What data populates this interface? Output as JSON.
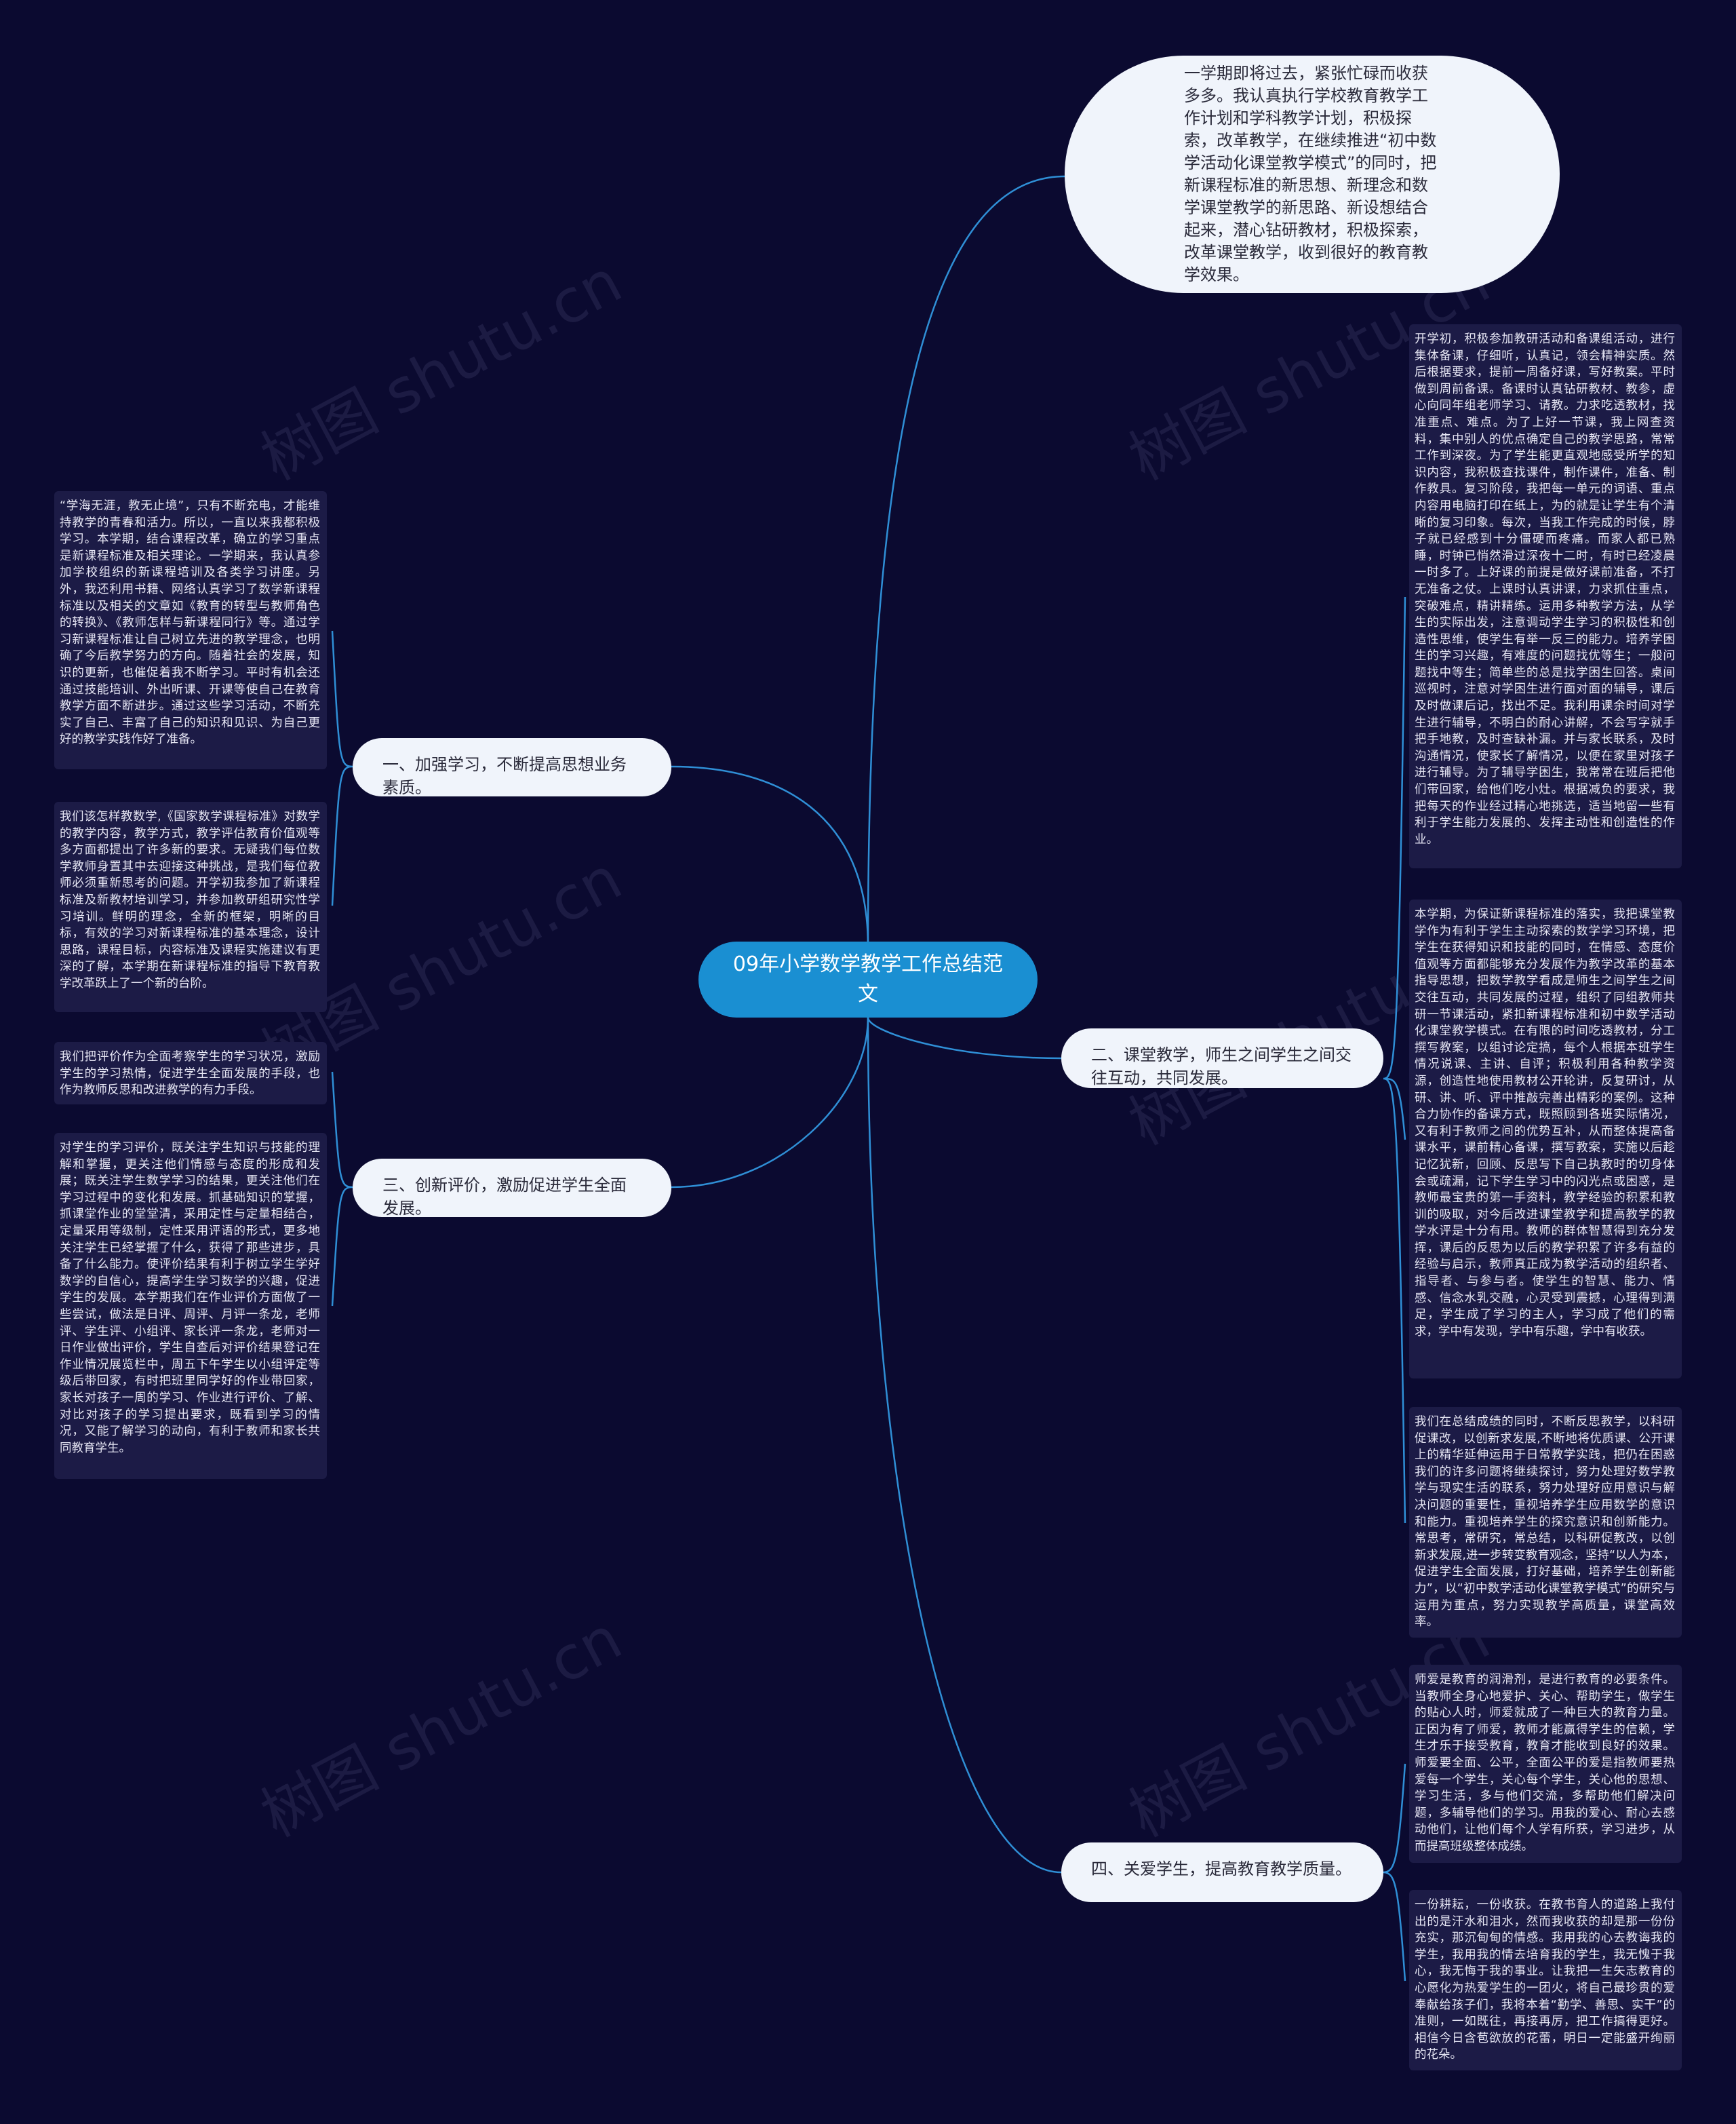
{
  "root": {
    "label": "09年小学数学教学工作总结范文"
  },
  "intro": {
    "text": "一学期即将过去，紧张忙碌而收获多多。我认真执行学校教育教学工作计划和学科教学计划，积极探索，改革教学，在继续推进“初中数学活动化课堂教学模式”的同时，把新课程标准的新思想、新理念和数学课堂教学的新思路、新设想结合起来，潜心钻研教材，积极探索，改革课堂教学，收到很好的教育教学效果。"
  },
  "branches": {
    "b1": {
      "label": "一、加强学习，不断提高思想业务素质。",
      "leaf1": "“学海无涯，教无止境”，只有不断充电，才能维持教学的青春和活力。所以，一直以来我都积极学习。本学期，结合课程改革，确立的学习重点是新课程标准及相关理论。一学期来，我认真参加学校组织的新课程培训及各类学习讲座。另外，我还利用书籍、网络认真学习了数学新课程标准以及相关的文章如《教育的转型与教师角色的转换》、《教师怎样与新课程同行》等。通过学习新课程标准让自己树立先进的教学理念，也明确了今后教学努力的方向。随着社会的发展，知识的更新，也催促着我不断学习。平时有机会还通过技能培训、外出听课、开课等使自己在教育教学方面不断进步。通过这些学习活动，不断充实了自己、丰富了自己的知识和见识、为自己更好的教学实践作好了准备。",
      "leaf2": "我们该怎样教数学,《国家数学课程标准》对数学的教学内容，教学方式，教学评估教育价值观等多方面都提出了许多新的要求。无疑我们每位数学教师身置其中去迎接这种挑战，是我们每位教师必须重新思考的问题。开学初我参加了新课程标准及新教材培训学习，并参加教研组研究性学习培训。鲜明的理念，全新的框架，明晰的目标，有效的学习对新课程标准的基本理念，设计思路，课程目标，内容标准及课程实施建议有更深的了解，本学期在新课程标准的指导下教育教学改革跃上了一个新的台阶。"
    },
    "b3": {
      "label": "三、创新评价，激励促进学生全面发展。",
      "leaf1": "我们把评价作为全面考察学生的学习状况，激励学生的学习热情，促进学生全面发展的手段，也作为教师反思和改进教学的有力手段。",
      "leaf2": "对学生的学习评价，既关注学生知识与技能的理解和掌握，更关注他们情感与态度的形成和发展；既关注学生数学学习的结果，更关注他们在学习过程中的变化和发展。抓基础知识的掌握，抓课堂作业的堂堂清，采用定性与定量相结合，定量采用等级制，定性采用评语的形式，更多地关注学生已经掌握了什么，获得了那些进步，具备了什么能力。使评价结果有利于树立学生学好数学的自信心，提高学生学习数学的兴趣，促进学生的发展。本学期我们在作业评价方面做了一些尝试，做法是日评、周评、月评一条龙，老师评、学生评、小组评、家长评一条龙，老师对一日作业做出评价，学生自查后对评价结果登记在作业情况展览栏中，周五下午学生以小组评定等级后带回家，有时把班里同学好的作业带回家，家长对孩子一周的学习、作业进行评价、了解、对比对孩子的学习提出要求，既看到学习的情况，又能了解学习的动向，有利于教师和家长共同教育学生。"
    },
    "b2": {
      "label": "二、课堂教学，师生之间学生之间交往互动，共同发展。",
      "leaf1": "开学初，积极参加教研活动和备课组活动，进行集体备课，仔细听，认真记，领会精神实质。然后根据要求，提前一周备好课，写好教案。平时做到周前备课。备课时认真钻研教材、教参，虚心向同年组老师学习、请教。力求吃透教材，找准重点、难点。为了上好一节课，我上网查资料，集中别人的优点确定自己的教学思路，常常工作到深夜。为了学生能更直观地感受所学的知识内容，我积极查找课件，制作课件，准备、制作教具。复习阶段，我把每一单元的词语、重点内容用电脑打印在纸上，为的就是让学生有个清晰的复习印象。每次，当我工作完成的时候，脖子就已经感到十分僵硬而疼痛。而家人都已熟睡，时钟已悄然滑过深夜十二时，有时已经凌晨一时多了。上好课的前提是做好课前准备，不打无准备之仗。上课时认真讲课，力求抓住重点，突破难点，精讲精练。运用多种教学方法，从学生的实际出发，注意调动学生学习的积极性和创造性思维，使学生有举一反三的能力。培养学困生的学习兴趣，有难度的问题找优等生；一般问题找中等生；简单些的总是找学困生回答。桌间巡视时，注意对学困生进行面对面的辅导，课后及时做课后记，找出不足。我利用课余时间对学生进行辅导，不明白的耐心讲解，不会写字就手把手地教，及时查缺补漏。并与家长联系，及时沟通情况，使家长了解情况，以便在家里对孩子进行辅导。为了辅导学困生，我常常在班后把他们带回家，给他们吃小灶。根据减负的要求，我把每天的作业经过精心地挑选，适当地留一些有利于学生能力发展的、发挥主动性和创造性的作业。",
      "leaf2": "本学期，为保证新课程标准的落实，我把课堂教学作为有利于学生主动探索的数学学习环境，把学生在获得知识和技能的同时，在情感、态度价值观等方面都能够充分发展作为教学改革的基本指导思想，把数学教学看成是师生之间学生之间交往互动，共同发展的过程，组织了同组教师共研一节课活动，紧扣新课程标准和初中数学活动化课堂教学模式。在有限的时间吃透教材，分工撰写教案，以组讨论定搞，每个人根据本班学生情况说课、主讲、自评；积极利用各种教学资源，创造性地使用教材公开轮讲，反复研讨，从研、讲、听、评中推敲完善出精彩的案例。这种合力协作的备课方式，既照顾到各班实际情况，又有利于教师之间的优势互补，从而整体提高备课水平，课前精心备课，撰写教案，实施以后趁记忆犹新，回顾、反思写下自己执教时的切身体会或疏漏，记下学生学习中的闪光点或困惑，是教师最宝贵的第一手资料，教学经验的积累和教训的吸取，对今后改进课堂教学和提高教学的教学水评是十分有用。教师的群体智慧得到充分发挥，课后的反思为以后的教学积累了许多有益的经验与启示，教师真正成为教学活动的组织者、指导者、与参与者。使学生的智慧、能力、情感、信念水乳交融，心灵受到震撼，心理得到满足，学生成了学习的主人，学习成了他们的需求，学中有发现，学中有乐趣，学中有收获。",
      "leaf3": "我们在总结成绩的同时，不断反思教学，以科研促课改，以创新求发展,不断地将优质课、公开课上的精华延伸运用于日常教学实践，把仍在困惑我们的许多问题将继续探讨，努力处理好数学教学与现实生活的联系，努力处理好应用意识与解决问题的重要性，重视培养学生应用数学的意识和能力。重视培养学生的探究意识和创新能力。常思考，常研究，常总结，以科研促教改，以创新求发展,进一步转变教育观念，坚持“以人为本，促进学生全面发展，打好基础，培养学生创新能力”，以“初中数学活动化课堂教学模式”的研究与运用为重点，努力实现教学高质量，课堂高效率。"
    },
    "b4": {
      "label": "四、关爱学生，提高教育教学质量。",
      "leaf1": "师爱是教育的润滑剂，是进行教育的必要条件。当教师全身心地爱护、关心、帮助学生，做学生的贴心人时，师爱就成了一种巨大的教育力量。正因为有了师爱，教师才能赢得学生的信赖，学生才乐于接受教育，教育才能收到良好的效果。师爱要全面、公平，全面公平的爱是指教师要热爱每一个学生，关心每个学生，关心他的思想、学习生活，多与他们交流，多帮助他们解决问题，多辅导他们的学习。用我的爱心、耐心去感动他们，让他们每个人学有所获，学习进步，从而提高班级整体成绩。",
      "leaf2": "一份耕耘，一份收获。在教书育人的道路上我付出的是汗水和泪水，然而我收获的却是那一份份充实，那沉甸甸的情感。我用我的心去教诲我的学生，我用我的情去培育我的学生，我无愧于我心，我无悔于我的事业。让我把一生矢志教育的心愿化为热爱学生的一团火，将自己最珍贵的爱奉献给孩子们，我将本着“勤学、善思、实干”的准则，一如既往，再接再厉，把工作搞得更好。相信今日含苞欲放的花蕾，明日一定能盛开绚丽的花朵。"
    }
  },
  "watermark": "树图 shutu.cn",
  "colors": {
    "background": "#0b0a30",
    "root": "#1a8fd2",
    "connector": "#2f8fd6",
    "branch": "#f0f4fb",
    "leaf": "#1c1b46"
  }
}
